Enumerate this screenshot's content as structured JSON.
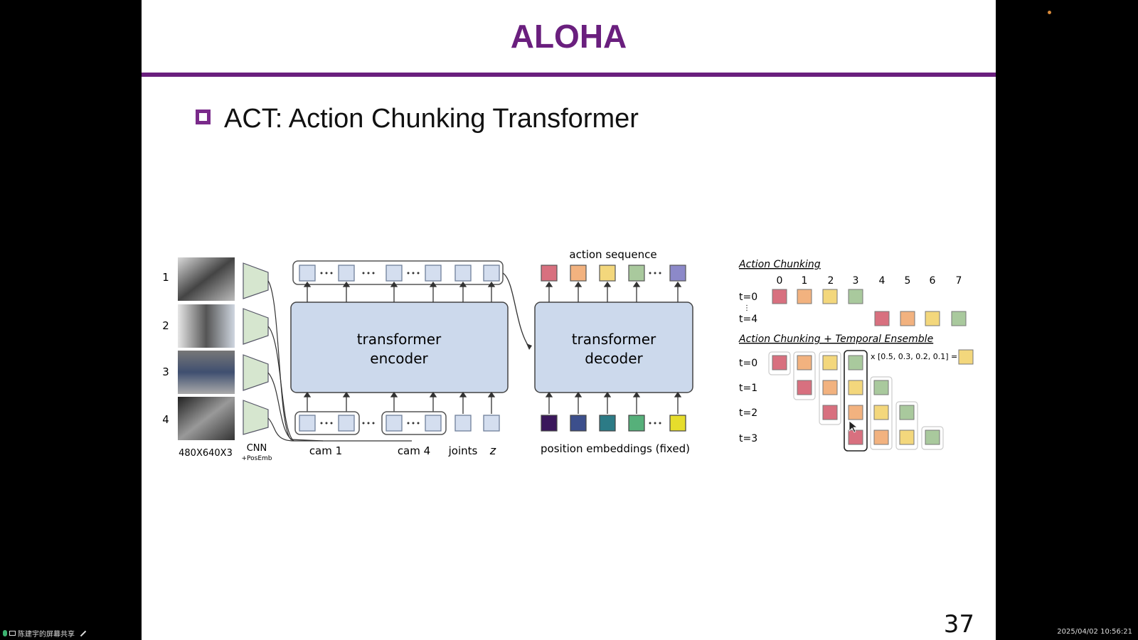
{
  "slide": {
    "title": "ALOHA",
    "heading": "ACT: Action Chunking Transformer",
    "page_number": "37"
  },
  "colors": {
    "title": "#6a1f7e",
    "rule": "#6a1f7e",
    "bullet": "#7a2a8a",
    "block_fill": "#ccd9ec",
    "token_fill": "#d4deef",
    "token_stroke": "#6f7f99",
    "action_red": "#d8707f",
    "action_orange": "#f2b27f",
    "action_yellow": "#f3d77c",
    "action_green": "#a9c99d",
    "action_purple": "#8c89c9"
  },
  "diagram": {
    "camera_labels": [
      "1",
      "2",
      "3",
      "4"
    ],
    "image_size_label": "480X640X3",
    "cnn_label": "CNN",
    "posemb_label": "+PosEmb",
    "encoder_label": [
      "transformer",
      "encoder"
    ],
    "decoder_label": [
      "transformer",
      "decoder"
    ],
    "action_sequence_label": "action sequence",
    "cam1_label": "cam 1",
    "cam4_label": "cam 4",
    "joints_label": "joints",
    "z_label": "z",
    "position_embeddings_label": "position embeddings (fixed)",
    "position_embedding_colors": [
      "#3b175c",
      "#3c4f8c",
      "#2c7b86",
      "#56b07a",
      "#e6dd2c"
    ],
    "action_colors": [
      "#d8707f",
      "#f2b27f",
      "#f3d77c",
      "#a9c99d",
      "#8c89c9"
    ]
  },
  "chunking": {
    "title": "Action Chunking",
    "ensemble_title": "Action Chunking + Temporal Ensemble",
    "columns": [
      "0",
      "1",
      "2",
      "3",
      "4",
      "5",
      "6",
      "7"
    ],
    "chunk_rows": [
      "t=0",
      "t=4"
    ],
    "ensemble_rows": [
      "t=0",
      "t=1",
      "t=2",
      "t=3"
    ],
    "weights_formula": "x [0.5, 0.3, 0.2, 0.1] ="
  },
  "taskbar": {
    "share_label": "陈建宇的屏幕共享",
    "clock": "2025/04/02 10:56:21"
  }
}
